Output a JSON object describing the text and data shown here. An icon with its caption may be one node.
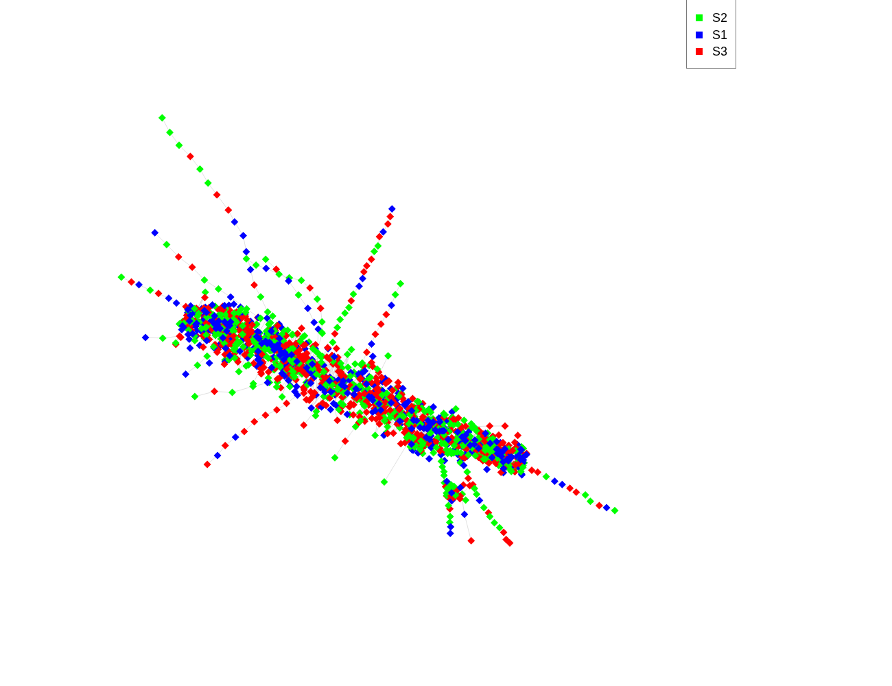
{
  "diagram": {
    "legend": [
      {
        "text": "S2",
        "color": "#00ff00"
      },
      {
        "text": "S1",
        "color": "#0000ff"
      },
      {
        "text": "S3",
        "color": "#ff0000"
      }
    ]
  }
}
